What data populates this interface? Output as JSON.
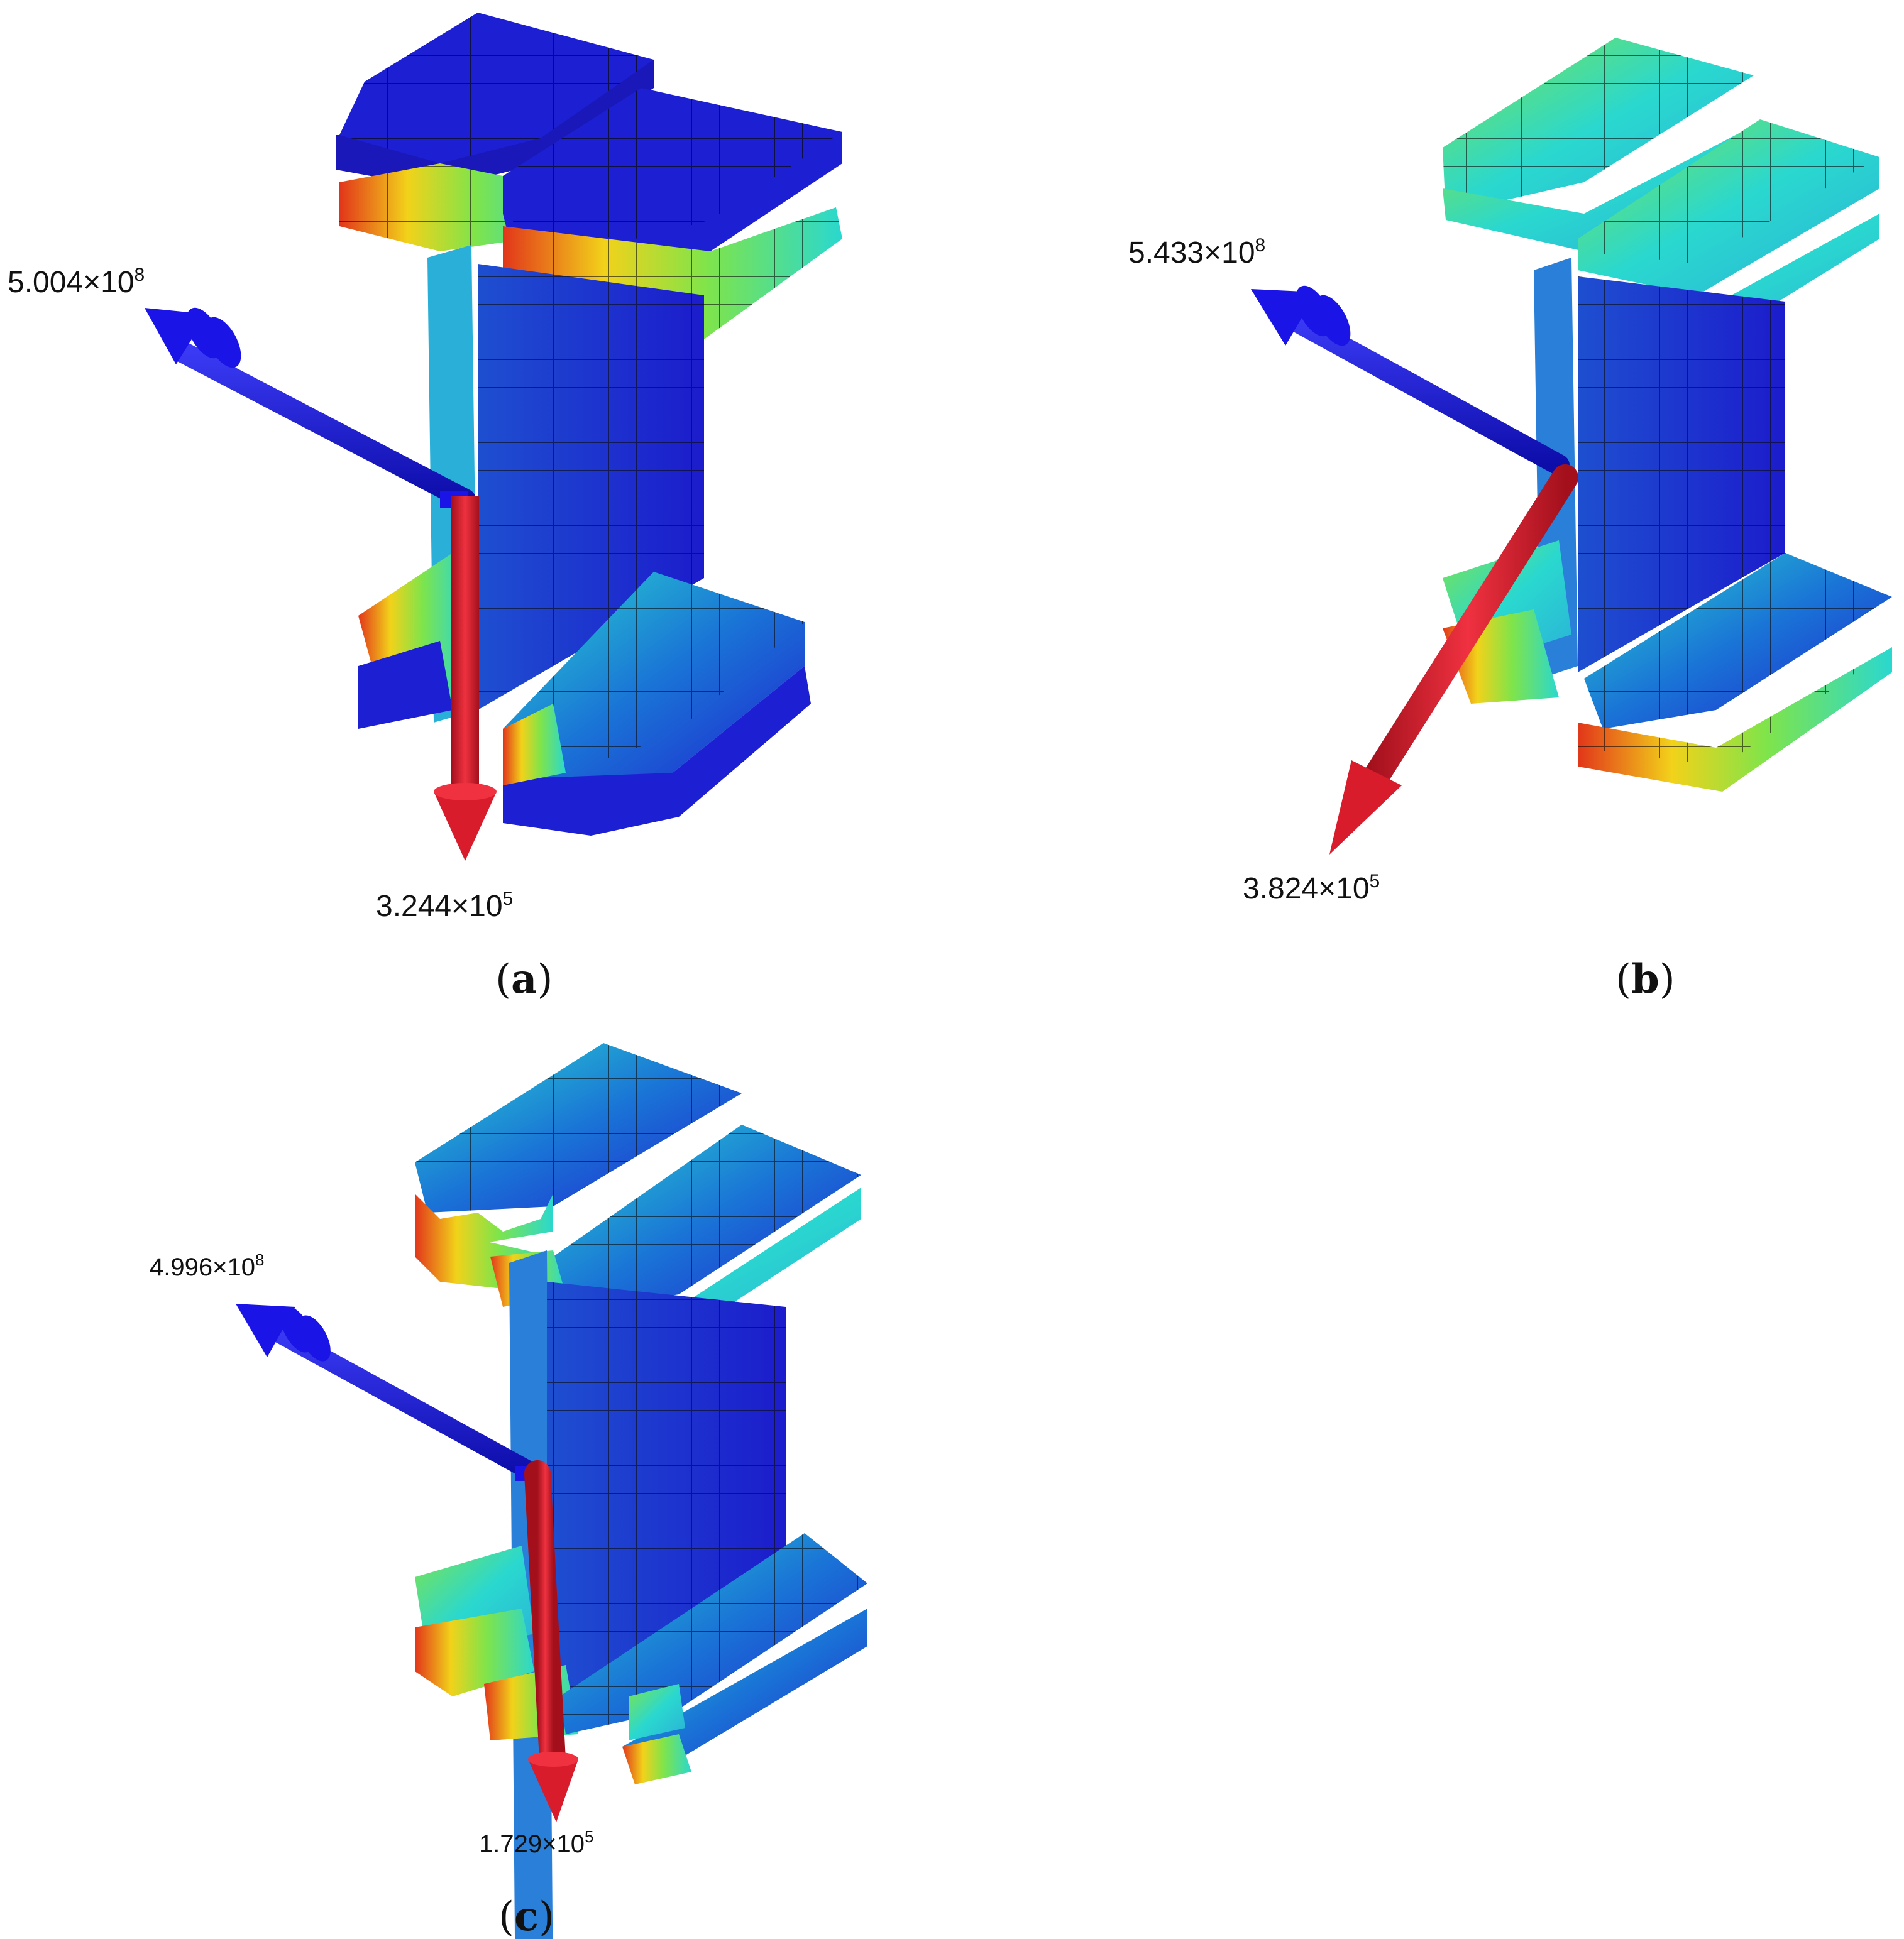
{
  "panels": [
    {
      "id": "a",
      "caption_open": "(",
      "caption_letter": "a",
      "caption_close": ")",
      "moment_label": {
        "base": "5.004×10",
        "exp": "8"
      },
      "force_label": {
        "base": "3.244×10",
        "exp": "5"
      }
    },
    {
      "id": "b",
      "caption_open": "(",
      "caption_letter": "b",
      "caption_close": ")",
      "moment_label": {
        "base": "5.433×10",
        "exp": "8"
      },
      "force_label": {
        "base": "3.824×10",
        "exp": "5"
      }
    },
    {
      "id": "c",
      "caption_open": "(",
      "caption_letter": "c",
      "caption_close": ")",
      "moment_label": {
        "base": "4.996×10",
        "exp": "8"
      },
      "force_label": {
        "base": "1.729×10",
        "exp": "5"
      }
    }
  ],
  "colors": {
    "moment_arrow": "#1a14e6",
    "force_arrow": "#d81c2c",
    "low_stress": "#1f1fcf",
    "mid_low_stress": "#1a74d6",
    "mid_stress": "#2ad8cf",
    "mid_high_stress": "#7fe44a",
    "high_stress": "#f2d21a",
    "peak_stress": "#e2361a"
  }
}
